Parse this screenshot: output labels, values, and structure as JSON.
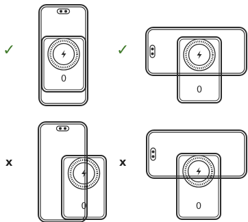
{
  "colors": {
    "outline": "#2b2b2b",
    "background": "#ffffff",
    "correct_mark": "#3f7a2a",
    "incorrect_mark": "#222222"
  },
  "panels": [
    {
      "id": "portrait-centered",
      "phone_orientation": "portrait",
      "charger_alignment": "centered",
      "status": "correct",
      "mark": "✓",
      "mark_icon": "check-icon",
      "charger_label": "0"
    },
    {
      "id": "landscape-centered",
      "phone_orientation": "landscape",
      "charger_alignment": "centered",
      "status": "correct",
      "mark": "✓",
      "mark_icon": "check-icon",
      "charger_label": "0"
    },
    {
      "id": "portrait-offset",
      "phone_orientation": "portrait",
      "charger_alignment": "offset",
      "status": "incorrect",
      "mark": "x",
      "mark_icon": "cross-icon",
      "charger_label": "0"
    },
    {
      "id": "landscape-offset",
      "phone_orientation": "landscape",
      "charger_alignment": "offset",
      "status": "incorrect",
      "mark": "x",
      "mark_icon": "cross-icon",
      "charger_label": "0"
    }
  ]
}
